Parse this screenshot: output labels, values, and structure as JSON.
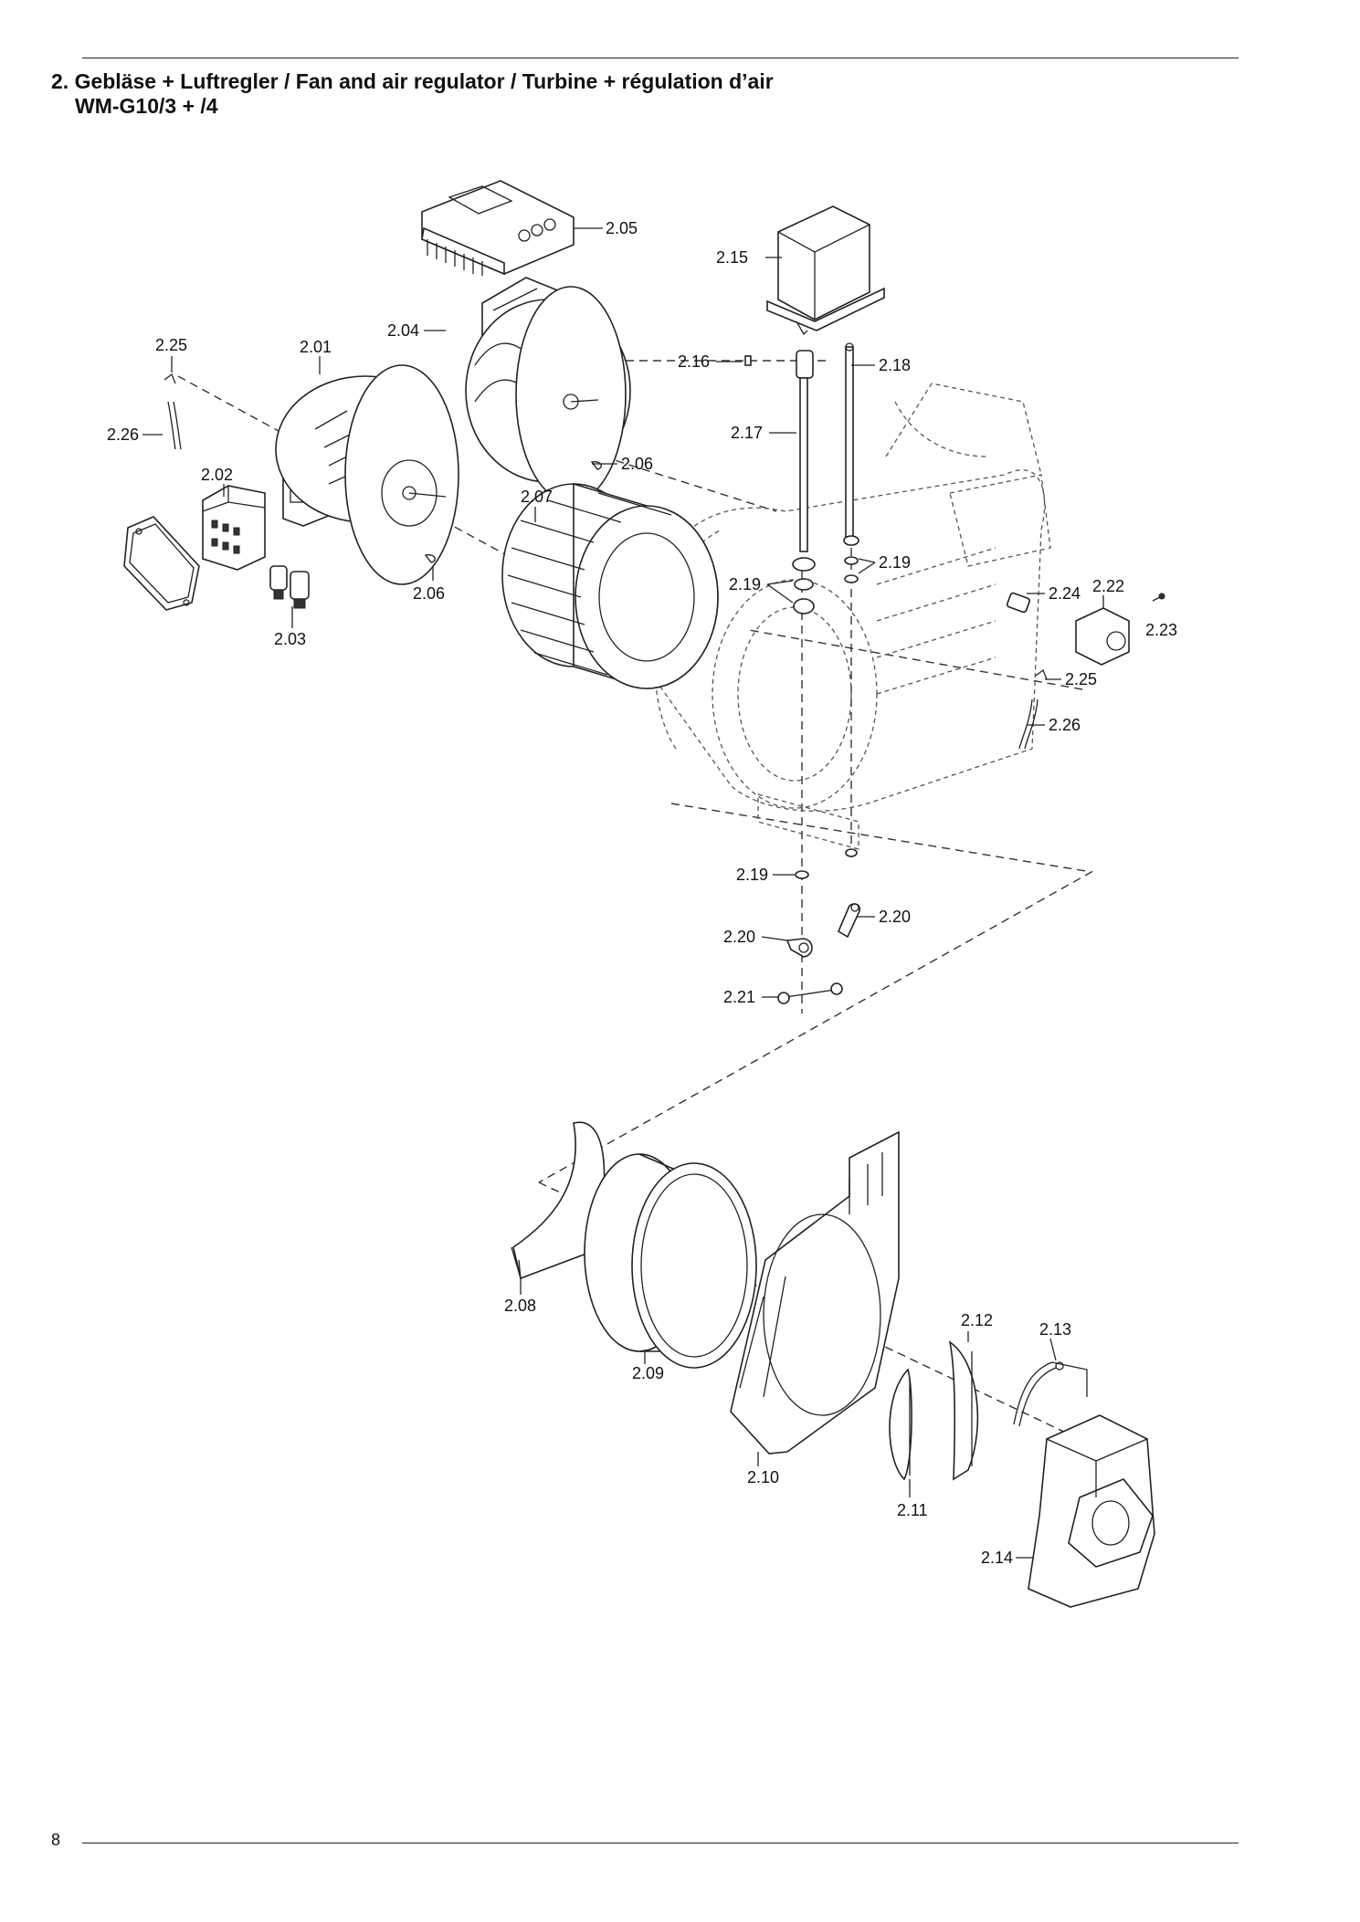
{
  "header": {
    "title": "2. Gebläse + Luftregler / Fan and air regulator / Turbine + régulation d’air",
    "subtitle": "WM-G10/3 + /4"
  },
  "footer": {
    "page_number": "8"
  },
  "parts": {
    "p2_01": "2.01",
    "p2_02": "2.02",
    "p2_03": "2.03",
    "p2_04": "2.04",
    "p2_05": "2.05",
    "p2_06": "2.06",
    "p2_07": "2.07",
    "p2_08": "2.08",
    "p2_09": "2.09",
    "p2_10": "2.10",
    "p2_11": "2.11",
    "p2_12": "2.12",
    "p2_13": "2.13",
    "p2_14": "2.14",
    "p2_15": "2.15",
    "p2_16": "2.16",
    "p2_17": "2.17",
    "p2_18": "2.18",
    "p2_19": "2.19",
    "p2_20": "2.20",
    "p2_21": "2.21",
    "p2_22": "2.22",
    "p2_23": "2.23",
    "p2_24": "2.24",
    "p2_25": "2.25",
    "p2_26": "2.26"
  }
}
